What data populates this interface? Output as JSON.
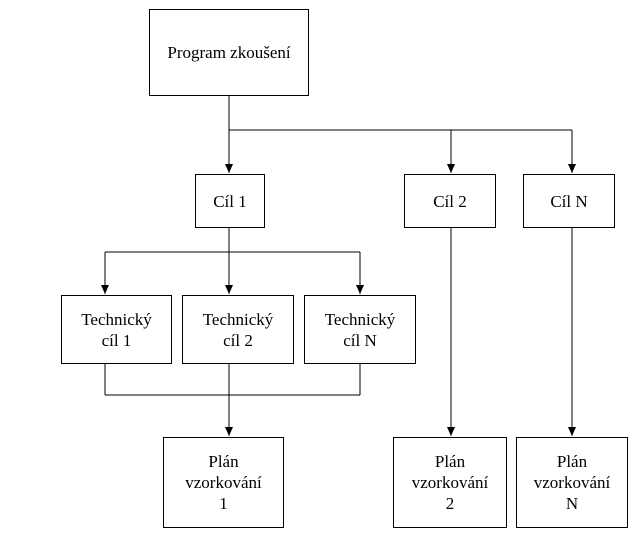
{
  "nodes": {
    "program": {
      "label": "Program zkoušení"
    },
    "goal_1": {
      "label": "Cíl 1"
    },
    "goal_2": {
      "label": "Cíl 2"
    },
    "goal_n": {
      "label": "Cíl N"
    },
    "tech_1": {
      "line1": "Technický",
      "line2": "cíl 1"
    },
    "tech_2": {
      "line1": "Technický",
      "line2": "cíl 2"
    },
    "tech_n": {
      "line1": "Technický",
      "line2": "cíl N"
    },
    "plan_1": {
      "line1": "Plán",
      "line2": "vzorkování",
      "line3": "1"
    },
    "plan_2": {
      "line1": "Plán",
      "line2": "vzorkování",
      "line3": "2"
    },
    "plan_n": {
      "line1": "Plán",
      "line2": "vzorkování",
      "line3": "N"
    }
  },
  "colors": {
    "stroke": "#000000",
    "background": "#ffffff"
  }
}
